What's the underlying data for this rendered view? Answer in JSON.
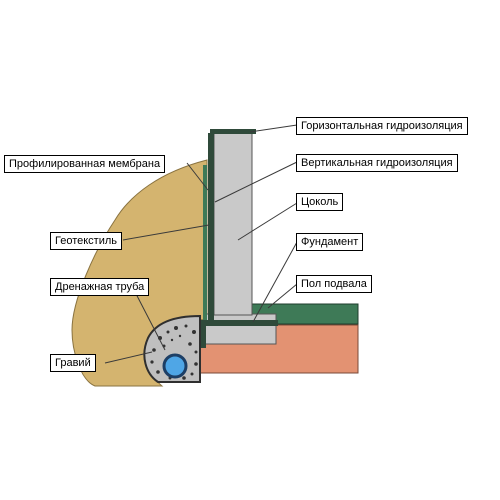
{
  "colors": {
    "soil": "#d4b46f",
    "concrete": "#c9c9c9",
    "membrane": "#2f4a3a",
    "floor_slab": "#3e7a57",
    "subfloor": "#e39272",
    "drain_pipe": "#4fa6e6",
    "gravel": "#bfbfbf",
    "leader": "#3a3a3a"
  },
  "labels": {
    "horizontal_waterproofing": "Горизонтальная гидроизоляция",
    "profiled_membrane": "Профилированная мембрана",
    "vertical_waterproofing": "Вертикальная гидроизоляция",
    "plinth": "Цоколь",
    "geotextile": "Геотекстиль",
    "foundation": "Фундамент",
    "drain_pipe": "Дренажная труба",
    "basement_floor": "Пол подвала",
    "gravel": "Гравий"
  }
}
